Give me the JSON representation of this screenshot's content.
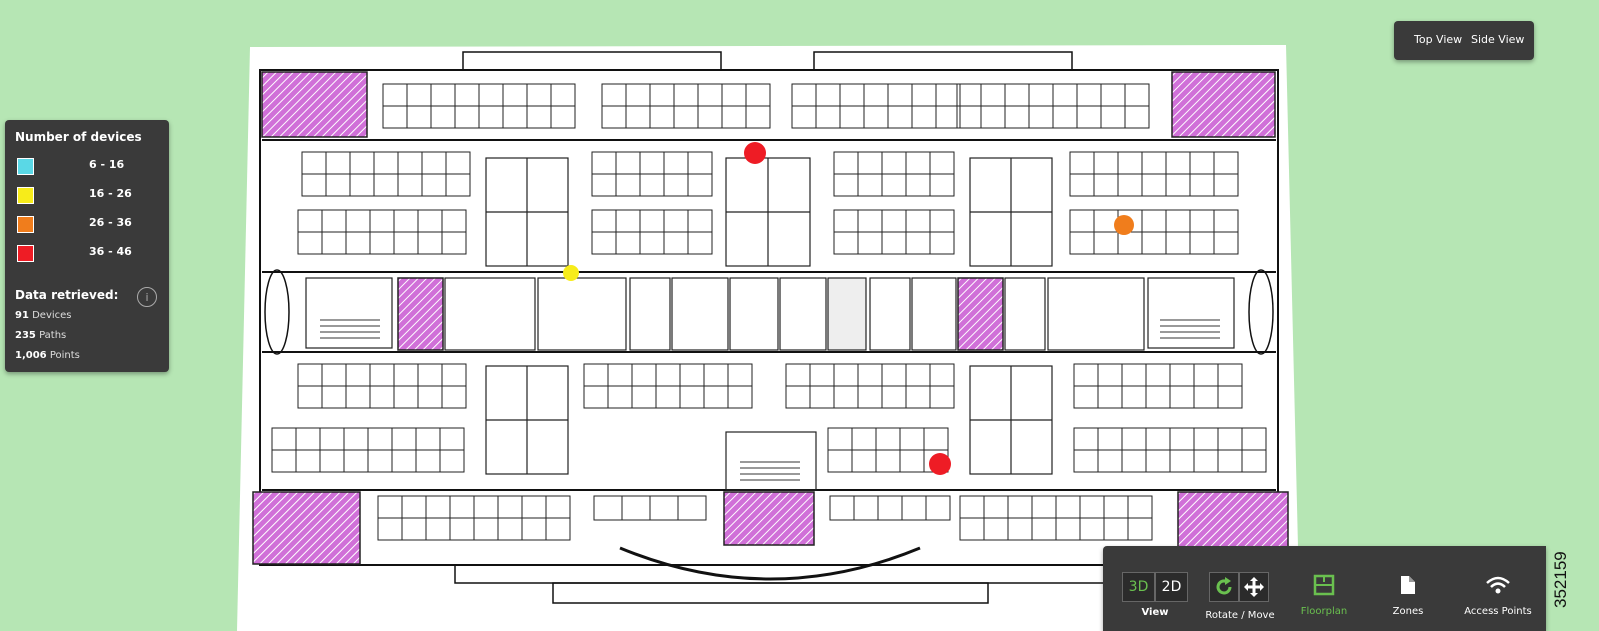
{
  "legend": {
    "title": "Number of devices",
    "ranges": [
      {
        "label": "6 - 16",
        "color": "#5ad8e6"
      },
      {
        "label": "16 - 26",
        "color": "#f7ec1a"
      },
      {
        "label": "26 - 36",
        "color": "#f07d1c"
      },
      {
        "label": "36 - 46",
        "color": "#ee1c25"
      }
    ],
    "data_title": "Data retrieved:",
    "info_icon": "info-icon",
    "stats": [
      {
        "value": "91",
        "label": "Devices"
      },
      {
        "value": "235",
        "label": "Paths"
      },
      {
        "value": "1,006",
        "label": "Points"
      }
    ]
  },
  "view_panel": {
    "top_view": "Top View",
    "side_view": "Side View"
  },
  "toolbar": {
    "btn_3d": "3D",
    "btn_2d": "2D",
    "view_label": "View",
    "rotate_label": "Rotate / Move",
    "rotate_icon": "rotate-icon",
    "move_icon": "move-icon",
    "floorplan_label": "Floorplan",
    "floorplan_icon": "floorplan-icon",
    "zones_label": "Zones",
    "zones_icon": "zones-icon",
    "ap_label": "Access Points",
    "ap_icon": "wifi-icon"
  },
  "figure_number": "352159",
  "floorplan": {
    "colors": {
      "room_hatch": "#d070d8",
      "active": "#6ac04f"
    },
    "devices": [
      {
        "level": "36 - 46",
        "color": "#ee1c25"
      },
      {
        "level": "26 - 36",
        "color": "#f07d1c"
      },
      {
        "level": "16 - 26",
        "color": "#f7ec1a"
      },
      {
        "level": "36 - 46",
        "color": "#ee1c25"
      }
    ]
  }
}
